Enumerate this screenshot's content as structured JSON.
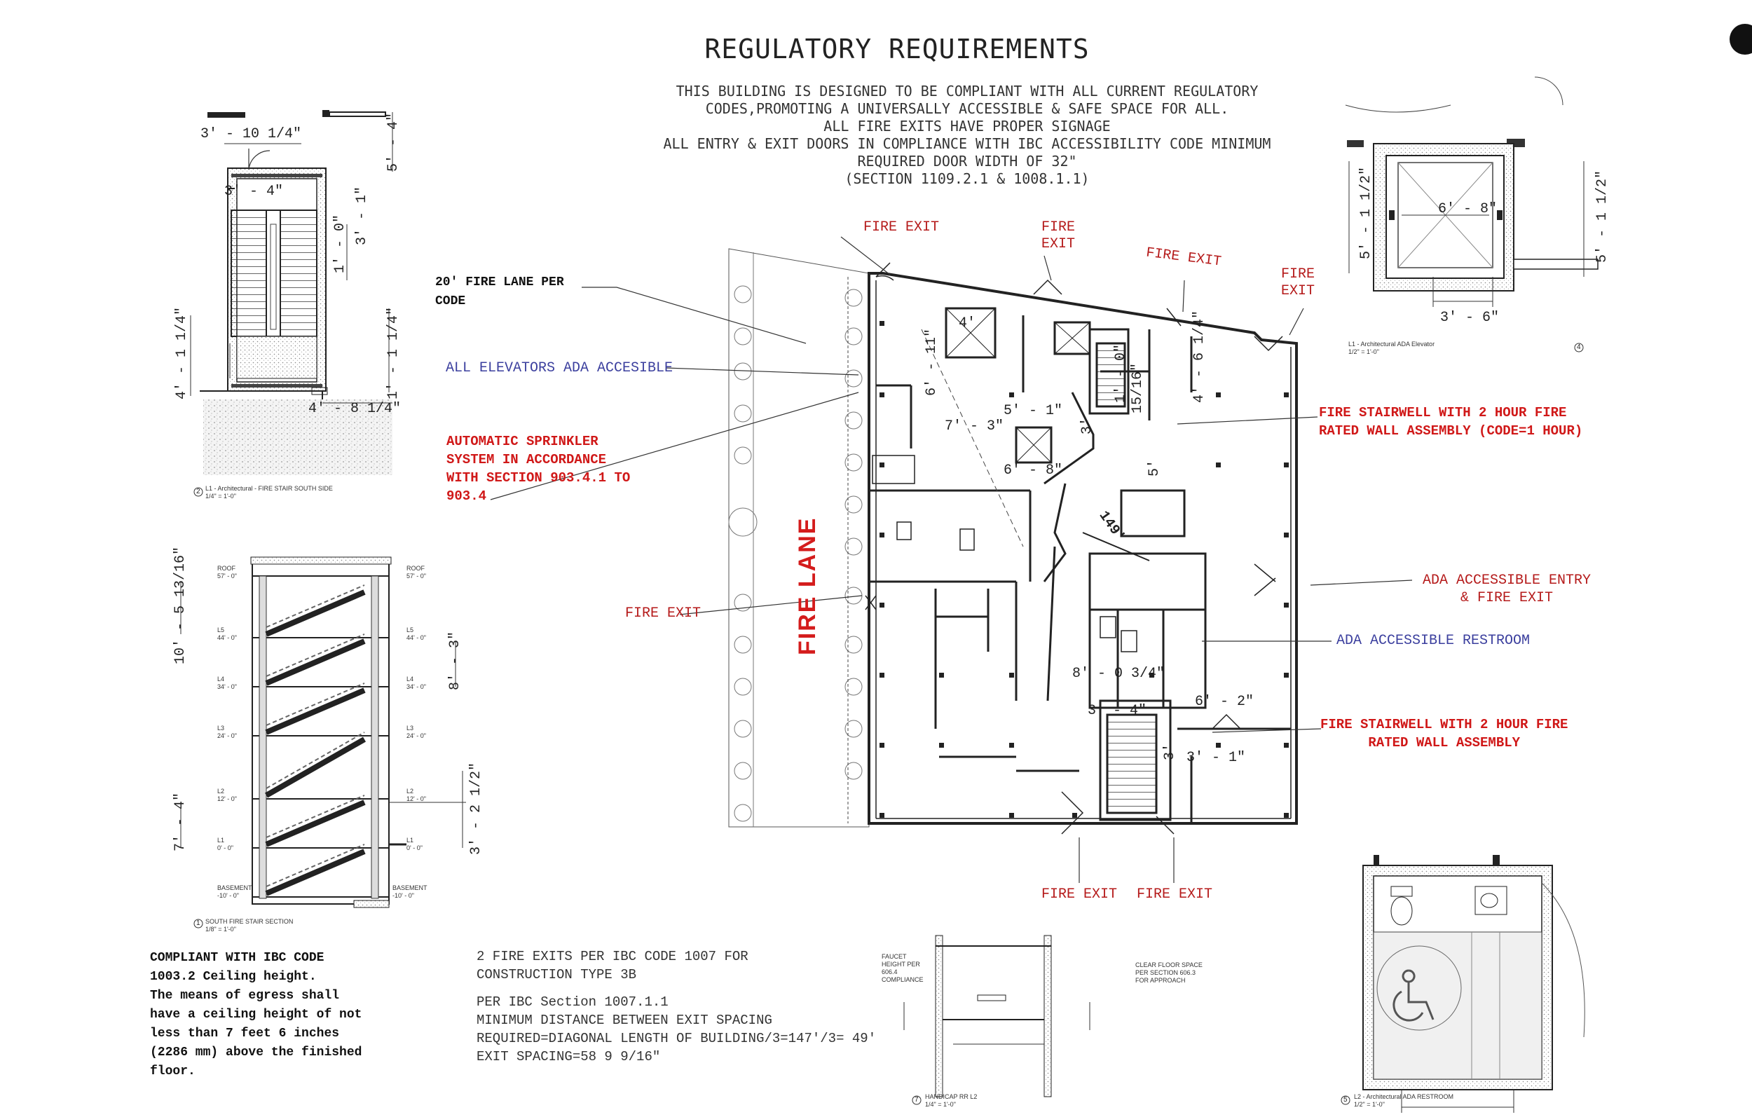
{
  "title": "REGULATORY REQUIREMENTS",
  "intro_lines": [
    "THIS BUILDING IS DESIGNED TO BE COMPLIANT WITH ALL CURRENT REGULATORY",
    "CODES,PROMOTING A UNIVERSALLY ACCESSIBLE & SAFE SPACE FOR ALL.",
    "ALL FIRE EXITS HAVE PROPER SIGNAGE",
    "ALL ENTRY & EXIT DOORS IN COMPLIANCE WITH IBC ACCESSIBILITY CODE MINIMUM",
    "REQUIRED DOOR WIDTH OF 32\"",
    "(SECTION 1109.2.1 &  1008.1.1)"
  ],
  "annotations": {
    "fire_lane_code": [
      "20' FIRE LANE PER",
      "CODE"
    ],
    "elevators": "ALL ELEVATORS ADA ACCESIBLE",
    "sprinkler": [
      "AUTOMATIC SPRINKLER",
      "SYSTEM IN ACCORDANCE",
      "WITH SECTION 903.4.1 TO",
      "903.4"
    ],
    "fire_exit": "FIRE EXIT",
    "fire_exit_top2": [
      "FIRE",
      "EXIT"
    ],
    "fire_lane": "FIRE LANE",
    "stair1": [
      "FIRE STAIRWELL WITH 2 HOUR FIRE",
      "RATED WALL ASSEMBLY (CODE=1 HOUR)"
    ],
    "stair2": [
      "FIRE STAIRWELL WITH 2 HOUR FIRE",
      "RATED WALL ASSEMBLY"
    ],
    "ada_entry": [
      "ADA ACCESSIBLE ENTRY",
      "& FIRE EXIT"
    ],
    "ada_restroom": "ADA ACCESSIBLE RESTROOM"
  },
  "ceiling_note": [
    "COMPLIANT WITH IBC CODE",
    "1003.2 Ceiling height.",
    "The means of egress shall",
    "have a ceiling height of not",
    "less than 7 feet 6 inches",
    "(2286 mm) above the finished",
    "floor."
  ],
  "exits_note": [
    "2 FIRE EXITS PER IBC CODE 1007 FOR",
    "CONSTRUCTION TYPE 3B"
  ],
  "spacing_note": [
    "PER IBC Section 1007.1.1",
    "MINIMUM DISTANCE BETWEEN EXIT SPACING",
    "REQUIRED=DIAGONAL LENGTH OF BUILDING/3=147'/3= 49'",
    "EXIT SPACING=58 9 9/16\""
  ],
  "dimensions": {
    "stair_top_width": "3' - 10 1/4\"",
    "stair_inner": "3' - 4\"",
    "stair_5_4": "5' - 4\"",
    "stair_1_0": "1' - 0\"",
    "stair_3_1": "3' - 1\"",
    "stair_4_1_left": "4' - 1 1/4\"",
    "stair_1_1": "1' - 1 1/4\"",
    "stair_4_8": "4' - 8 1/4\"",
    "elev_5_1_left": "5' - 1 1/2\"",
    "elev_5_1_right": "5' - 1 1/2\"",
    "elev_6_8": "6' - 8\"",
    "elev_3_6": "3' - 6\"",
    "sec_10_5": "10' - 5 13/16\"",
    "sec_8_3": "8' - 3\"",
    "sec_7_4": "7' - 4\"",
    "sec_3_2": "3' - 2 1/2\"",
    "plan_4": "4'",
    "plan_6_11": "6' - 11\"",
    "plan_5_1": "5' - 1\"",
    "plan_7": "7' - 3\"",
    "plan_6_8": "6' - 8\"",
    "plan_1_0": "1' - 0\"",
    "plan_15_16": "15/16\"",
    "plan_4_6": "4' - 6 1/4\"",
    "plan_5": "5'",
    "plan_3": "3'",
    "plan_149": "149'",
    "plan_8_0": "8' - 0 3/4\"",
    "plan_6_2": "6' - 2\"",
    "plan_3_4": "3' - 4\"",
    "plan_3_1": "3' - 1\"",
    "plan_3b": "3'"
  },
  "captions": {
    "fire_stair_south": [
      "L1 - Architectural - FIRE STAIR SOUTH SIDE",
      "1/4\" = 1'-0\""
    ],
    "ada_elevator": [
      "L1 - Architectural ADA Elevator",
      "1/2\" = 1'-0\""
    ],
    "stair_section": [
      "SOUTH FIRE STAIR SECTION",
      "1/8\" = 1'-0\""
    ],
    "handicap_rr": [
      "HANDICAP RR L2",
      "1/4\" = 1'-0\""
    ],
    "ada_restroom": [
      "L2 - Architectural  ADA RESTROOM",
      "1/2\" = 1'-0\""
    ]
  },
  "caption_numbers": {
    "c1": "1",
    "c2": "2",
    "c4": "4",
    "c5": "5",
    "c7": "7"
  },
  "levels": [
    {
      "name": "ROOF",
      "elev": "57' - 0\""
    },
    {
      "name": "L5",
      "elev": "44' - 0\""
    },
    {
      "name": "L4",
      "elev": "34' - 0\""
    },
    {
      "name": "L3",
      "elev": "24' - 0\""
    },
    {
      "name": "L2",
      "elev": "12' - 0\""
    },
    {
      "name": "L1",
      "elev": "0' - 0\""
    },
    {
      "name": "BASEMENT",
      "elev": "-10' - 0\""
    }
  ],
  "detail_notes": {
    "faucet": [
      "FAUCET",
      "HEIGHT PER",
      "606.4",
      "COMPLIANCE"
    ],
    "clear_floor": [
      "CLEAR FLOOR SPACE",
      "PER SECTION 606.3",
      "FOR APPROACH"
    ]
  }
}
